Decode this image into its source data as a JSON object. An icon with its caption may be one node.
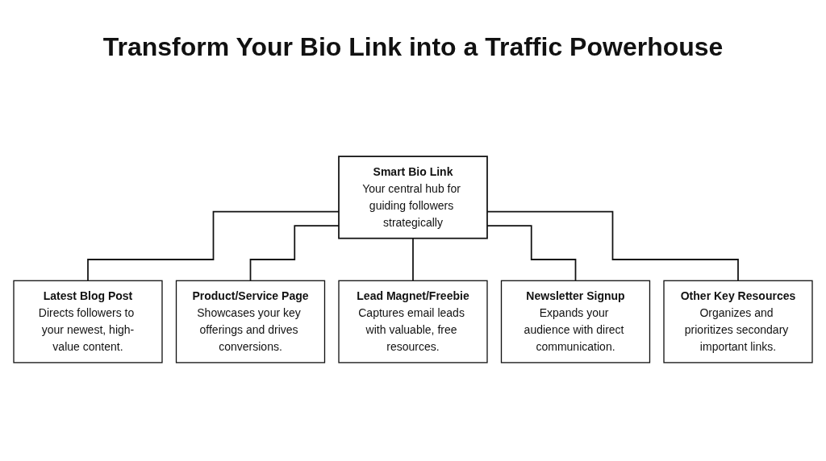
{
  "diagram": {
    "title": "Transform Your Bio Link into a Traffic Powerhouse",
    "nodes": [
      {
        "text": [
          "Smart Bio Link",
          "Your central hub for guiding followers strategically"
        ]
      },
      {
        "text": [
          "Latest Blog Post",
          "Directs followers to your newest, high-value content."
        ]
      },
      {
        "text": [
          "Product/Service Page",
          "Showcases your key offerings and drives conversions."
        ]
      },
      {
        "text": [
          "Lead Magnet/Freebie",
          "Captures email leads with valuable, free resources."
        ]
      },
      {
        "text": [
          "Newsletter Signup",
          "Expands your audience with direct communication."
        ]
      },
      {
        "text": [
          "Other Key Resources",
          "Organizes and prioritizes secondary important links."
        ]
      }
    ],
    "edges": [
      {
        "from": 0,
        "to": 1,
        "arrow": "none"
      },
      {
        "from": 0,
        "to": 2,
        "arrow": "none"
      },
      {
        "from": 0,
        "to": 3,
        "arrow": "none"
      },
      {
        "from": 0,
        "to": 4,
        "arrow": "none"
      },
      {
        "from": 0,
        "to": 5,
        "arrow": "none"
      }
    ]
  }
}
